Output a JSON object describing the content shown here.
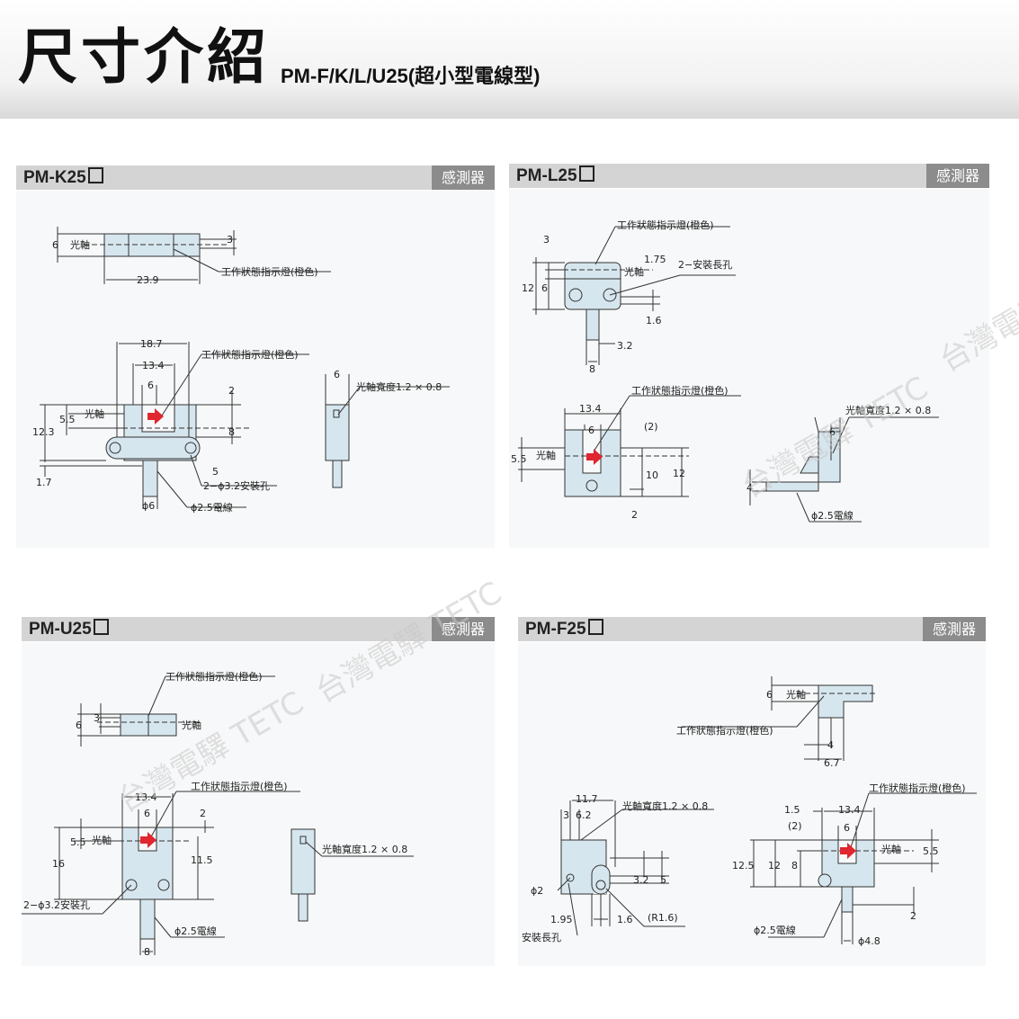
{
  "header": {
    "title": "尺寸介紹",
    "subtitle": "PM-F/K/L/U25(超小型電線型)"
  },
  "colors": {
    "part_fill": "#d6e6ee",
    "indicator": "#e0262e",
    "bar_bg": "#d4d4d4",
    "tag_bg": "#8c8c8c"
  },
  "watermarks": [
    "台灣電驛 TETC",
    "台灣電驛 TETC",
    "台灣電驛 TETC",
    "台灣電驛"
  ],
  "panels": {
    "k": {
      "title": "PM-K25",
      "tag": "感測器",
      "labels": {
        "axis": "光軸",
        "indicator": "工作狀態指示燈(橙色)",
        "holes": "2−ϕ3.2安裝孔",
        "cable": "ϕ2.5電線",
        "beam": "光軸寬度1.2 × 0.8"
      },
      "dims": {
        "d6": "6",
        "d3": "3",
        "d239": "23.9",
        "d187": "18.7",
        "d134": "13.4",
        "d6b": "6",
        "d2": "2",
        "d55": "5.5",
        "d123": "12.3",
        "d8": "8",
        "d5": "5",
        "d17": "1.7",
        "phi6": "ϕ6",
        "d6c": "6"
      }
    },
    "l": {
      "title": "PM-L25",
      "tag": "感測器",
      "labels": {
        "indicator1": "工作狀態指示燈(橙色)",
        "axis1": "光軸",
        "slots": "2−安裝長孔",
        "indicator2": "工作狀態指示燈(橙色)",
        "axis2": "光軸",
        "beam": "光軸寬度1.2 × 0.8",
        "cable": "ϕ2.5電線"
      },
      "dims": {
        "d3": "3",
        "d12": "12",
        "d6": "6",
        "d175": "1.75",
        "d16": "1.6",
        "d32": "3.2",
        "d8": "8",
        "d134": "13.4",
        "d6b": "6",
        "dp2": "(2)",
        "d55": "5.5",
        "d10": "10",
        "d12b": "12",
        "d2": "2",
        "d6c": "6",
        "d4": "4"
      }
    },
    "u": {
      "title": "PM-U25",
      "tag": "感測器",
      "labels": {
        "indicator1": "工作狀態指示燈(橙色)",
        "axis1": "光軸",
        "indicator2": "工作狀態指示燈(橙色)",
        "axis2": "光軸",
        "holes": "2−ϕ3.2安裝孔",
        "cable": "ϕ2.5電線",
        "beam": "光軸寬度1.2 × 0.8"
      },
      "dims": {
        "d6": "6",
        "d3": "3",
        "d134": "13.4",
        "d6b": "6",
        "d2": "2",
        "d55": "5.5",
        "d16": "16",
        "d115": "11.5",
        "d8": "8"
      }
    },
    "f": {
      "title": "PM-F25",
      "tag": "感測器",
      "labels": {
        "axis1": "光軸",
        "indicator1": "工作狀態指示燈(橙色)",
        "beam": "光軸寬度1.2 × 0.8",
        "slot": "安裝長孔",
        "indicator2": "工作狀態指示燈(橙色)",
        "axis2": "光軸",
        "cable": "ϕ2.5電線"
      },
      "dims": {
        "d6": "6",
        "d4": "4",
        "d67": "6.7",
        "d117": "11.7",
        "d3": "3",
        "d62": "6.2",
        "phi2": "ϕ2",
        "d32": "3.2",
        "d5": "5",
        "d195": "1.95",
        "d16": "1.6",
        "r16": "(R1.6)",
        "d15": "1.5",
        "d134": "13.4",
        "dp2": "(2)",
        "d6b": "6",
        "d125": "12.5",
        "d12": "12",
        "d8": "8",
        "d55": "5.5",
        "d2": "2",
        "phi48": "ϕ4.8"
      }
    }
  }
}
